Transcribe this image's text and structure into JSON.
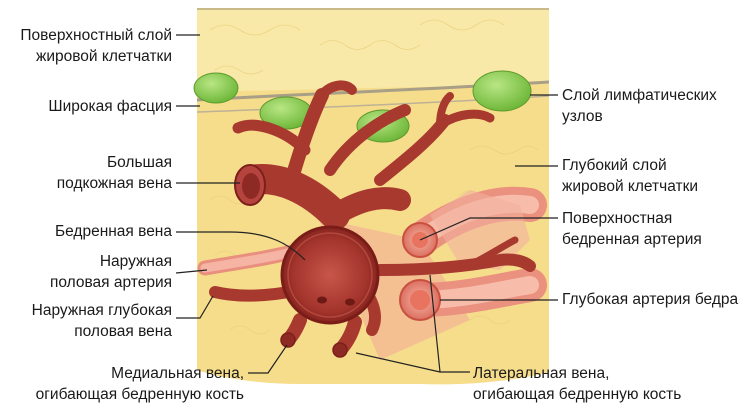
{
  "labels": {
    "superficial_fat": [
      "Поверхностный слой",
      "жировой клетчатки"
    ],
    "fascia_lata": [
      "Широкая фасция"
    ],
    "great_saphenous": [
      "Большая",
      "подкожная вена"
    ],
    "femoral_vein": [
      "Бедренная вена"
    ],
    "ext_pudendal_artery": [
      "Наружная",
      "половая артерия"
    ],
    "ext_deep_pudendal_vein": [
      "Наружная глубокая",
      "половая вена"
    ],
    "medial_circumflex_vein": [
      "Медиальная вена,",
      "огибающая бедренную кость"
    ],
    "lymph_node_layer": [
      "Слой лимфатических",
      "узлов"
    ],
    "deep_fat": [
      "Глубокий слой",
      "жировой клетчатки"
    ],
    "superficial_femoral_artery": [
      "Поверхностная",
      "бедренная артерия"
    ],
    "deep_femoral_artery": [
      "Глубокая артерия бедра"
    ],
    "lateral_circumflex_vein": [
      "Латеральная вена,",
      "огибающая бедренную кость"
    ]
  },
  "colors": {
    "fat_superficial": "#f8e7a3",
    "fat_deep": "#f6dd8a",
    "fascia_line": "#a89f86",
    "lymph_node": "#8fcf4f",
    "vein": "#b5443e",
    "vein_dark": "#7d1f1a",
    "artery": "#f0a090",
    "leader_line": "#222222"
  }
}
